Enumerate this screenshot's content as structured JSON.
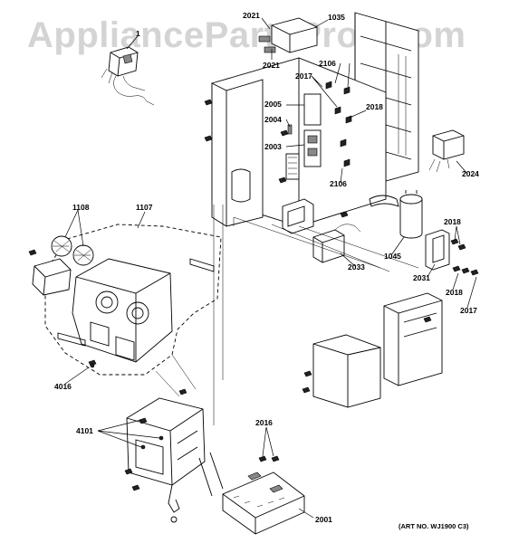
{
  "watermark": "AppliancePartsPros.com",
  "art_number": "(ART NO. WJ1900 C3)",
  "callouts": {
    "c1": "1",
    "c1035": "1035",
    "c2021a": "2021",
    "c2021b": "2021",
    "c2106a": "2106",
    "c2106b": "2106",
    "c2017a": "2017",
    "c2017b": "2017",
    "c2005": "2005",
    "c2004": "2004",
    "c2003": "2003",
    "c2018a": "2018",
    "c2018b": "2018",
    "c2018c": "2018",
    "c2024": "2024",
    "c1108": "1108",
    "c1107": "1107",
    "c1045": "1045",
    "c2033": "2033",
    "c2031": "2031",
    "c4016": "4016",
    "c4101": "4101",
    "c2016": "2016",
    "c2001": "2001"
  }
}
